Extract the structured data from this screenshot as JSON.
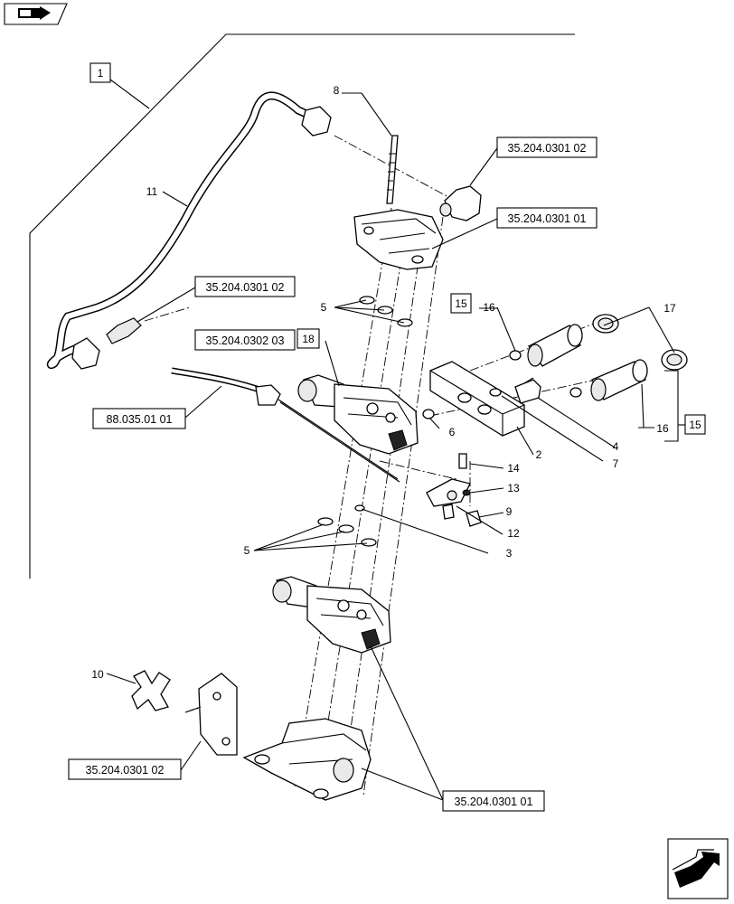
{
  "callouts": {
    "c1": "1",
    "c2": "2",
    "c3": "3",
    "c4": "4",
    "c5a": "5",
    "c5b": "5",
    "c6": "6",
    "c7": "7",
    "c8": "8",
    "c9": "9",
    "c10": "10",
    "c11": "11",
    "c12": "12",
    "c13": "13",
    "c14": "14",
    "c15a": "15",
    "c15b": "15",
    "c16a": "16",
    "c16b": "16",
    "c17": "17",
    "c18": "18"
  },
  "references": {
    "r1": "35.204.0301 02",
    "r2": "35.204.0301 01",
    "r3": "35.204.0301 02",
    "r4": "35.204.0302 03",
    "r5": "88.035.01 01",
    "r6": "35.204.0301 02",
    "r7": "35.204.0301 01"
  },
  "icons": {
    "top_left": "previous-page-arrow-icon",
    "bottom_right": "next-page-arrow-icon"
  }
}
